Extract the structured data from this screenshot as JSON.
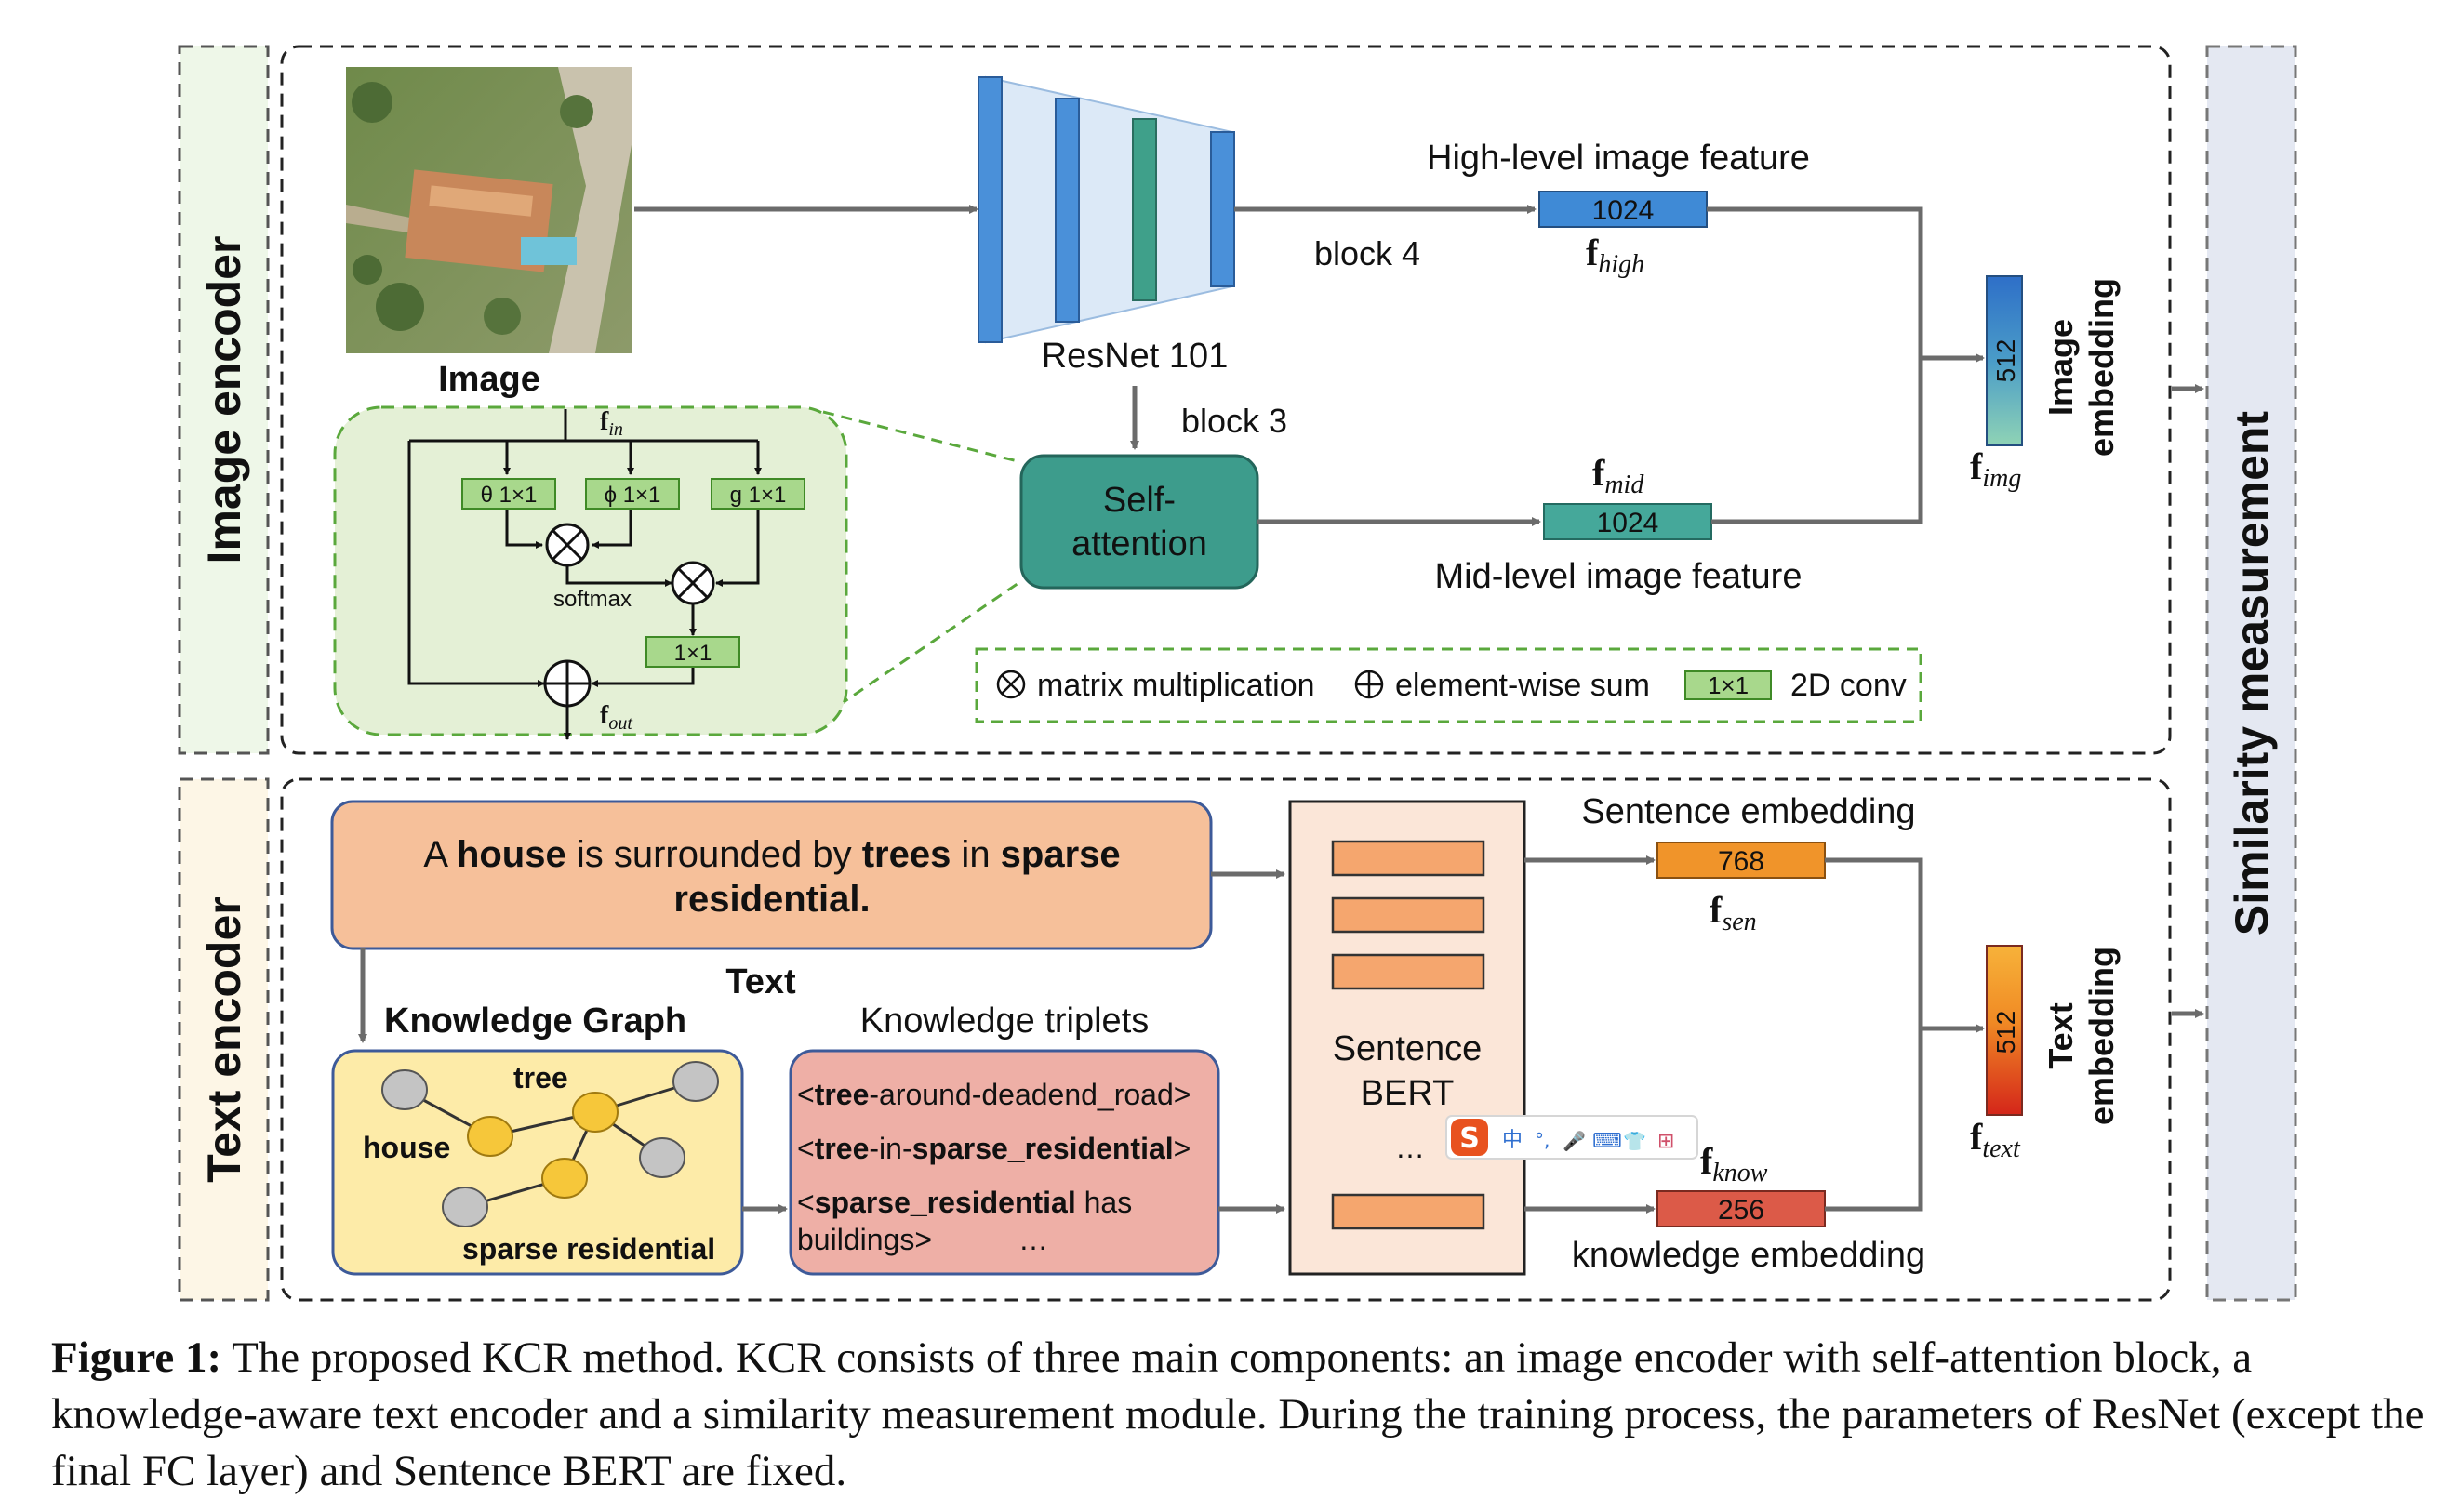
{
  "image_encoder": {
    "section_label": "Image encoder",
    "image_label": "Image",
    "backbone_label": "ResNet 101",
    "block4_label": "block 4",
    "block3_label": "block 3",
    "self_attention_label": [
      "Self-",
      "attention"
    ],
    "high_feature_title": "High-level image feature",
    "high_feature_dim": "1024",
    "high_feature_symbol": "high",
    "mid_feature_title": "Mid-level image feature",
    "mid_feature_dim": "1024",
    "mid_feature_symbol": "mid",
    "embedding_dim": "512",
    "embedding_symbol": "img",
    "embedding_label": [
      "Image",
      "embedding"
    ],
    "attention_detail": {
      "f_in_symbol": "in",
      "f_out_symbol": "out",
      "conv_theta": "θ 1×1",
      "conv_phi": "ϕ 1×1",
      "conv_g": "g 1×1",
      "conv_out": "1×1",
      "softmax_label": "softmax"
    },
    "legend": {
      "matrix_mult": "matrix multiplication",
      "elementwise_sum": "element-wise sum",
      "conv_box": "1×1",
      "conv_label": "2D conv"
    }
  },
  "text_encoder": {
    "section_label": "Text encoder",
    "sentence_parts": [
      {
        "t": "A ",
        "b": false
      },
      {
        "t": "house",
        "b": true
      },
      {
        "t": " is surrounded by ",
        "b": false
      },
      {
        "t": "trees",
        "b": true
      },
      {
        "t": " in ",
        "b": false
      },
      {
        "t": "sparse",
        "b": true
      }
    ],
    "sentence_line2": "residential.",
    "text_label": "Text",
    "kg_title": "Knowledge Graph",
    "kg_nodes": [
      "tree",
      "house",
      "sparse residential"
    ],
    "triplets_title": "Knowledge triplets",
    "triplets": {
      "t1_pre": "<",
      "t1_bold": "tree",
      "t1_post": "-around-deadend_road>",
      "t2_pre": "<",
      "t2_bold1": "tree",
      "t2_mid": "-in-",
      "t2_bold2": "sparse_residential",
      "t2_post": ">",
      "t3_pre": "<",
      "t3_bold": "sparse_residential",
      "t3_post": " has",
      "t3_line2": "buildings>",
      "ellipsis": "…"
    },
    "bert_label": [
      "Sentence",
      "BERT"
    ],
    "bert_ellipsis": "…",
    "sentence_emb_title": "Sentence embedding",
    "sentence_emb_dim": "768",
    "sentence_emb_symbol": "sen",
    "knowledge_emb_title": "knowledge embedding",
    "knowledge_emb_dim": "256",
    "knowledge_emb_symbol": "know",
    "embedding_dim": "512",
    "embedding_symbol": "text",
    "embedding_label": [
      "Text",
      "embedding"
    ]
  },
  "similarity": {
    "label": "Similarity measurement"
  },
  "ime_toolbar": {
    "logo": "S",
    "glyphs": [
      "中",
      "°,",
      "🎤",
      "⌨",
      "👕",
      "⊞"
    ]
  },
  "caption": {
    "figure_label": "Figure 1:",
    "text": " The proposed KCR method. KCR consists of three main components: an image encoder with self-attention block, a knowledge-aware text encoder and a similarity measurement module. During the training process, the parameters of ResNet (except the final FC layer) and Sentence BERT are fixed."
  },
  "colors": {
    "image_section_bg": "#eef7e8",
    "text_section_bg": "#fdf6e6",
    "similarity_bg": "#e4e8f2",
    "resnet_fill": "#dce9f7",
    "resnet_block": "#4a90d9",
    "resnet_green": "#3fa08a",
    "attention_fill": "#3d9c8c",
    "attention_detail_bg": "#e4f0d6",
    "conv_fill": "#a8d88c",
    "sentence_fill": "#f6c09a",
    "kg_fill": "#fdeba8",
    "triplet_fill": "#eeafa6",
    "bert_fill": "#fbe6d8",
    "bert_slot": "#f5a66e",
    "dim_high": "#3f8ad6",
    "dim_mid": "#45a89a",
    "dim_sen": "#f0942a",
    "dim_know": "#dc5a48"
  }
}
